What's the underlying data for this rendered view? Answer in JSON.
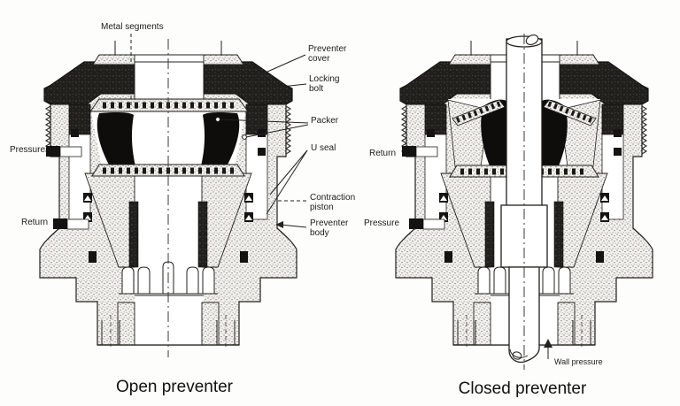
{
  "figure": {
    "captions": {
      "left": "Open preventer",
      "right": "Closed preventer"
    },
    "callouts": {
      "metal_segments": "Metal segments",
      "preventer_cover": "Preventer cover",
      "locking_bolt": "Locking bolt",
      "packer": "Packer",
      "u_seal": "U seal",
      "contraction_piston": "Contraction piston",
      "preventer_body": "Preventer body",
      "wall_pressure": "Wall pressure"
    },
    "ports": {
      "open_upper": "Pressure",
      "open_lower": "Return",
      "closed_upper": "Return",
      "closed_lower": "Pressure"
    },
    "colors": {
      "ink": "#1d1b18",
      "paper": "#ffffff"
    }
  }
}
